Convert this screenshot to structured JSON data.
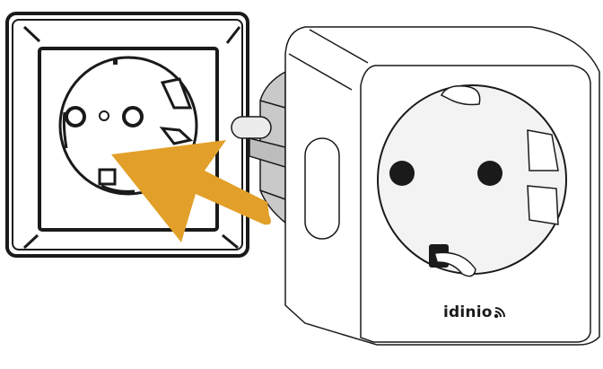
{
  "illustration": {
    "subject": "Smart plug insertion into wall socket",
    "wall_socket": {
      "type": "Schuko wall outlet with square frame"
    },
    "smart_plug": {
      "type": "Schuko smart plug adapter",
      "brand_label": "idinio",
      "brand_icon": "wifi-signal-icon"
    },
    "arrow": {
      "direction": "toward wall socket",
      "color": "#E2A02A"
    }
  },
  "colors": {
    "line": "#1a1a1a",
    "plug_face": "#f2f2f2",
    "prong_gray": "#c8c8c8",
    "arrow": "#E2A02A"
  }
}
